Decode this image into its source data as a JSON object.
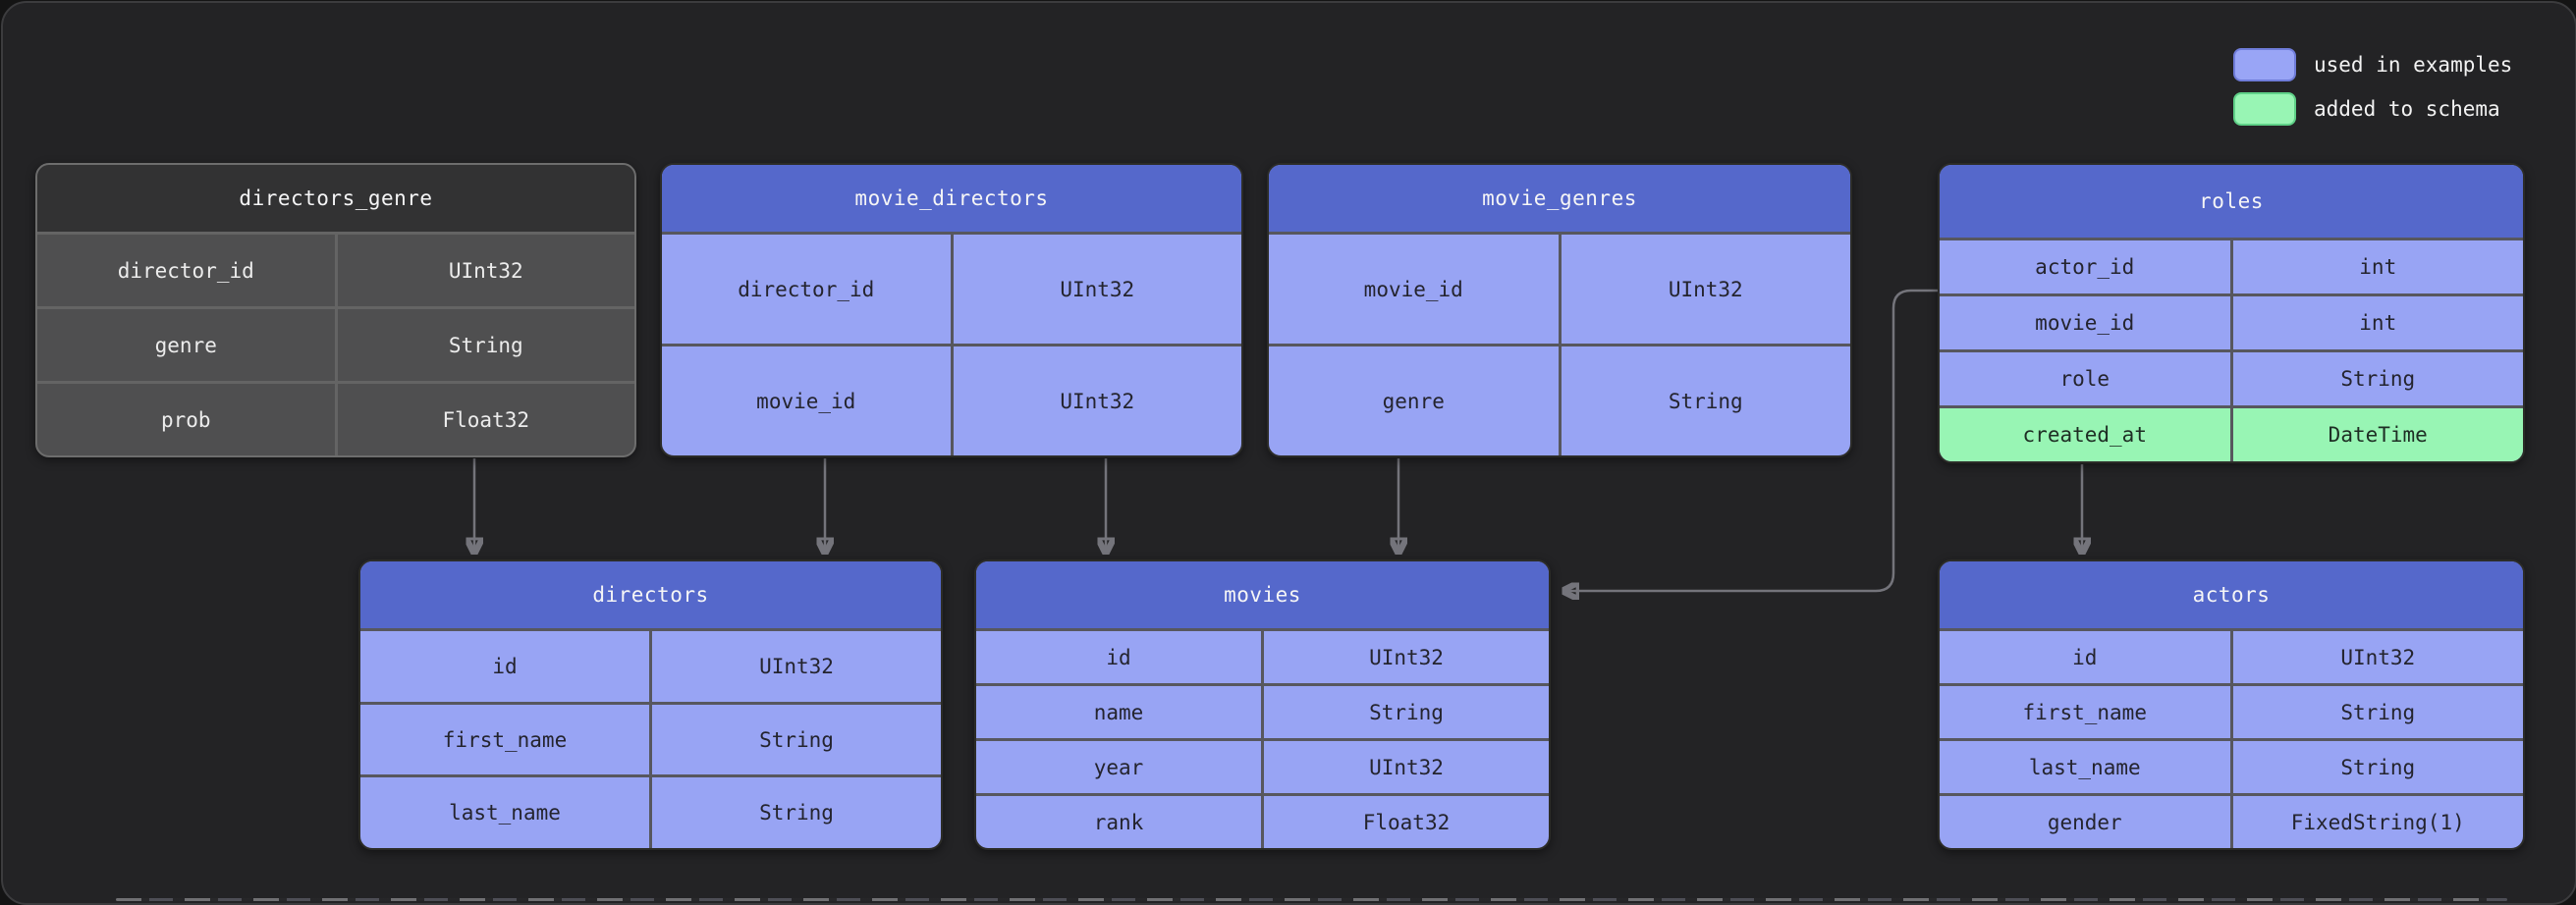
{
  "legend": {
    "items": [
      {
        "label": "used in examples",
        "swatch": "blue",
        "swatch_color": "#99a5f6"
      },
      {
        "label": "added to schema",
        "swatch": "green",
        "swatch_color": "#98f5b4"
      }
    ]
  },
  "colors": {
    "panel_background": "#232325",
    "header_blue": "#5568cb",
    "body_blue": "#98a4f4",
    "added_green": "#98f5b4",
    "plain_header": "#323233",
    "plain_body": "#4f4f50",
    "arrow_gray": "#74747b"
  },
  "tables": [
    {
      "name": "directors_genre",
      "variant": "plain",
      "rows": [
        {
          "field": "director_id",
          "type": "UInt32"
        },
        {
          "field": "genre",
          "type": "String"
        },
        {
          "field": "prob",
          "type": "Float32"
        }
      ]
    },
    {
      "name": "movie_directors",
      "variant": "blue",
      "rows": [
        {
          "field": "director_id",
          "type": "UInt32"
        },
        {
          "field": "movie_id",
          "type": "UInt32"
        }
      ]
    },
    {
      "name": "movie_genres",
      "variant": "blue",
      "rows": [
        {
          "field": "movie_id",
          "type": "UInt32"
        },
        {
          "field": "genre",
          "type": "String"
        }
      ]
    },
    {
      "name": "roles",
      "variant": "blue",
      "rows": [
        {
          "field": "actor_id",
          "type": "int",
          "highlight": "none"
        },
        {
          "field": "movie_id",
          "type": "int",
          "highlight": "none"
        },
        {
          "field": "role",
          "type": "String",
          "highlight": "none"
        },
        {
          "field": "created_at",
          "type": "DateTime",
          "highlight": "green"
        }
      ]
    },
    {
      "name": "directors",
      "variant": "blue",
      "rows": [
        {
          "field": "id",
          "type": "UInt32"
        },
        {
          "field": "first_name",
          "type": "String"
        },
        {
          "field": "last_name",
          "type": "String"
        }
      ]
    },
    {
      "name": "movies",
      "variant": "blue",
      "rows": [
        {
          "field": "id",
          "type": "UInt32"
        },
        {
          "field": "name",
          "type": "String"
        },
        {
          "field": "year",
          "type": "UInt32"
        },
        {
          "field": "rank",
          "type": "Float32"
        }
      ]
    },
    {
      "name": "actors",
      "variant": "blue",
      "rows": [
        {
          "field": "id",
          "type": "UInt32"
        },
        {
          "field": "first_name",
          "type": "String"
        },
        {
          "field": "last_name",
          "type": "String"
        },
        {
          "field": "gender",
          "type": "FixedString(1)"
        }
      ]
    }
  ],
  "relations": [
    {
      "from": "directors_genre",
      "to": "directors"
    },
    {
      "from": "movie_directors",
      "to": "directors"
    },
    {
      "from": "movie_directors",
      "to": "movies"
    },
    {
      "from": "movie_genres",
      "to": "movies"
    },
    {
      "from": "roles",
      "to": "movies"
    },
    {
      "from": "roles",
      "to": "actors"
    }
  ]
}
